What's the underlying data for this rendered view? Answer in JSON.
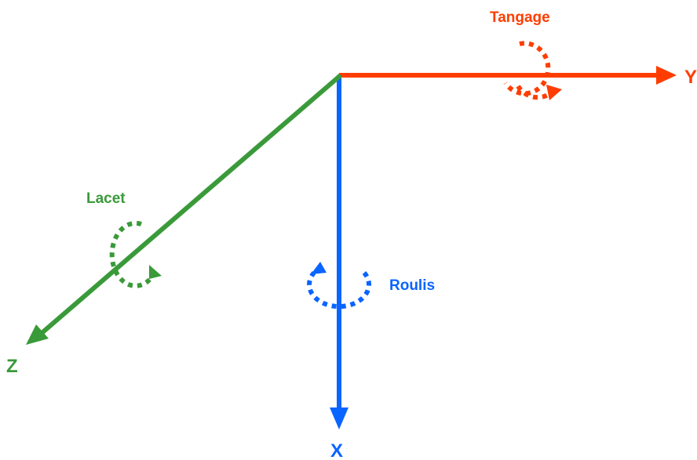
{
  "axes": {
    "y": {
      "label": "Y",
      "color": "#ff3d00"
    },
    "x": {
      "label": "X",
      "color": "#0a64ff"
    },
    "z": {
      "label": "Z",
      "color": "#3a9a3a"
    }
  },
  "rotations": {
    "pitch": {
      "label": "Tangage",
      "color": "#ff3d00"
    },
    "roll": {
      "label": "Roulis",
      "color": "#0a64ff"
    },
    "yaw": {
      "label": "Lacet",
      "color": "#3a9a3a"
    }
  }
}
